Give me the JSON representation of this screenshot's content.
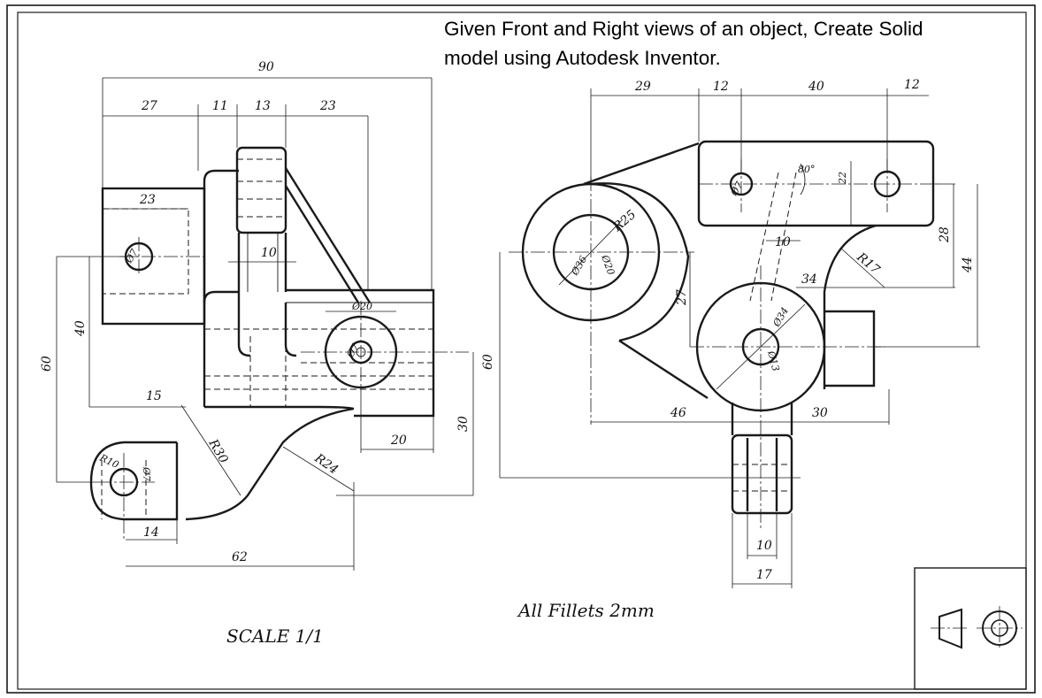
{
  "title": "Given Front and Right views of an object, Create Solid\nmodel using Autodesk Inventor.",
  "notes": {
    "scale": "SCALE  1/1",
    "fillets": "All  Fillets  2mm"
  },
  "front_view_dims": {
    "d90": "90",
    "d27": "27",
    "d11": "11",
    "d13": "13",
    "d23_top": "23",
    "d23_inner": "23",
    "d10": "10",
    "d40": "40",
    "d60": "60",
    "d15": "15",
    "r30": "R30",
    "r10": "R10",
    "dia7": "Ø7",
    "d14": "14",
    "d62": "62",
    "r24": "R24",
    "d20": "20",
    "d30": "30",
    "dia20": "Ø20",
    "dia7b": "Ø7",
    "dia7c": "Ø7"
  },
  "right_view_dims": {
    "d29": "29",
    "d12a": "12",
    "d40": "40",
    "d12b": "12",
    "a80": "80°",
    "d22": "22",
    "r25": "R25",
    "d10": "10",
    "d28": "28",
    "d44": "44",
    "r17": "R17",
    "d34": "34",
    "dia36": "Ø36",
    "dia20": "Ø20",
    "d27": "27",
    "dia34": "Ø34",
    "dia13": "Ø13",
    "d60": "60",
    "d46": "46",
    "d30": "30",
    "d10b": "10",
    "d17": "17",
    "dia7": "Ø7"
  }
}
